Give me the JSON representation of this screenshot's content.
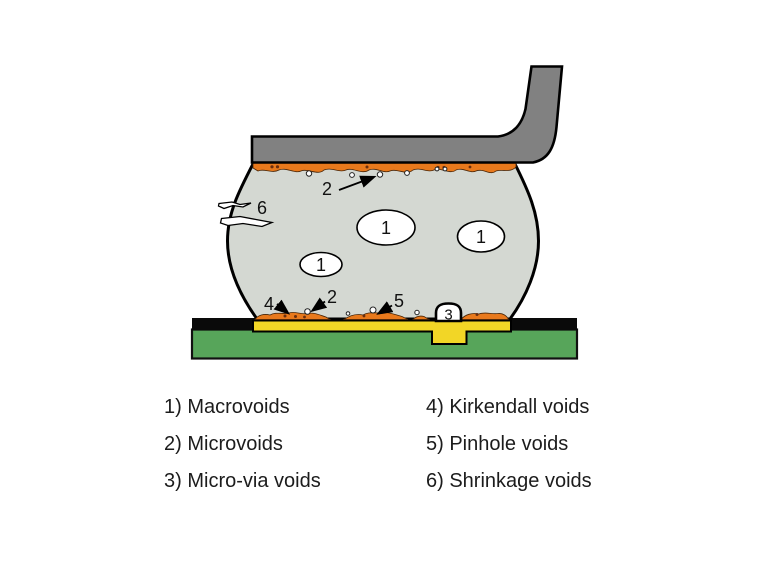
{
  "diagram": {
    "markers": {
      "m1": "1",
      "m2": "2",
      "m3": "3",
      "m4": "4",
      "m5": "5",
      "m6": "6"
    },
    "colors": {
      "lead_gray": "#818181",
      "solder_gray": "#d4d8d2",
      "intermetallic_orange": "#e8791c",
      "pad_yellow": "#f2d626",
      "board_green": "#57a55a",
      "mask_black": "#0a0a0a",
      "void_white": "#ffffff",
      "dot_brown": "#6b2e0e"
    }
  },
  "legend": {
    "items": [
      {
        "label": "1) Macrovoids"
      },
      {
        "label": "2) Microvoids"
      },
      {
        "label": "3) Micro-via voids"
      },
      {
        "label": "4) Kirkendall voids"
      },
      {
        "label": "5) Pinhole voids"
      },
      {
        "label": "6) Shrinkage voids"
      }
    ]
  }
}
